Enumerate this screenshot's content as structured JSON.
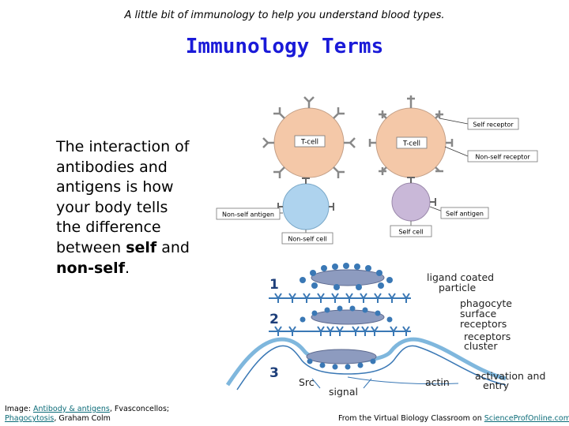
{
  "slide": {
    "subtitle": "A little bit of immunology to help you understand blood types.",
    "title": "Immunology Terms",
    "body": {
      "part1": "The interaction of antibodies and antigens is how your body tells the difference between ",
      "bold1": "self",
      "part2": " and ",
      "bold2": "non-self",
      "part3": "."
    }
  },
  "figure_top": {
    "left_cell_label": "T-cell",
    "right_cell_label": "T-cell",
    "self_receptor": "Self receptor",
    "non_self_receptor": "Non-self receptor",
    "non_self_antigen": "Non-self antigen",
    "self_antigen": "Self antigen",
    "non_self_cell": "Non-self cell",
    "self_cell": "Self cell",
    "colors": {
      "tcell": "#f4c8a8",
      "nonself_cell": "#aed3ee",
      "self_cell": "#c9b8d8"
    }
  },
  "figure_bottom": {
    "step1": "1",
    "step2": "2",
    "step3": "3",
    "ligand_line1": "ligand coated",
    "ligand_line2": "particle",
    "receptors_line1": "phagocyte",
    "receptors_line2": "surface",
    "receptors_line3": "receptors",
    "cluster_line1": "receptors",
    "cluster_line2": "cluster",
    "activation_line1": "activation and",
    "activation_line2": "entry",
    "src": "Src",
    "actin": "actin",
    "signal": "signal",
    "colors": {
      "receptor": "#3a78b5",
      "particle": "#8d9bbf",
      "membrane": "#7fb7dd"
    }
  },
  "credits": {
    "image_prefix": "Image: ",
    "link1": "Antibody & antigens",
    "mid1": ", Fvasconcellos;",
    "link2": "Phagocytosis",
    "mid2": ", Graham Colm",
    "source_prefix": "From the Virtual Biology Classroom on ",
    "source_link": "ScienceProfOnline.com"
  }
}
